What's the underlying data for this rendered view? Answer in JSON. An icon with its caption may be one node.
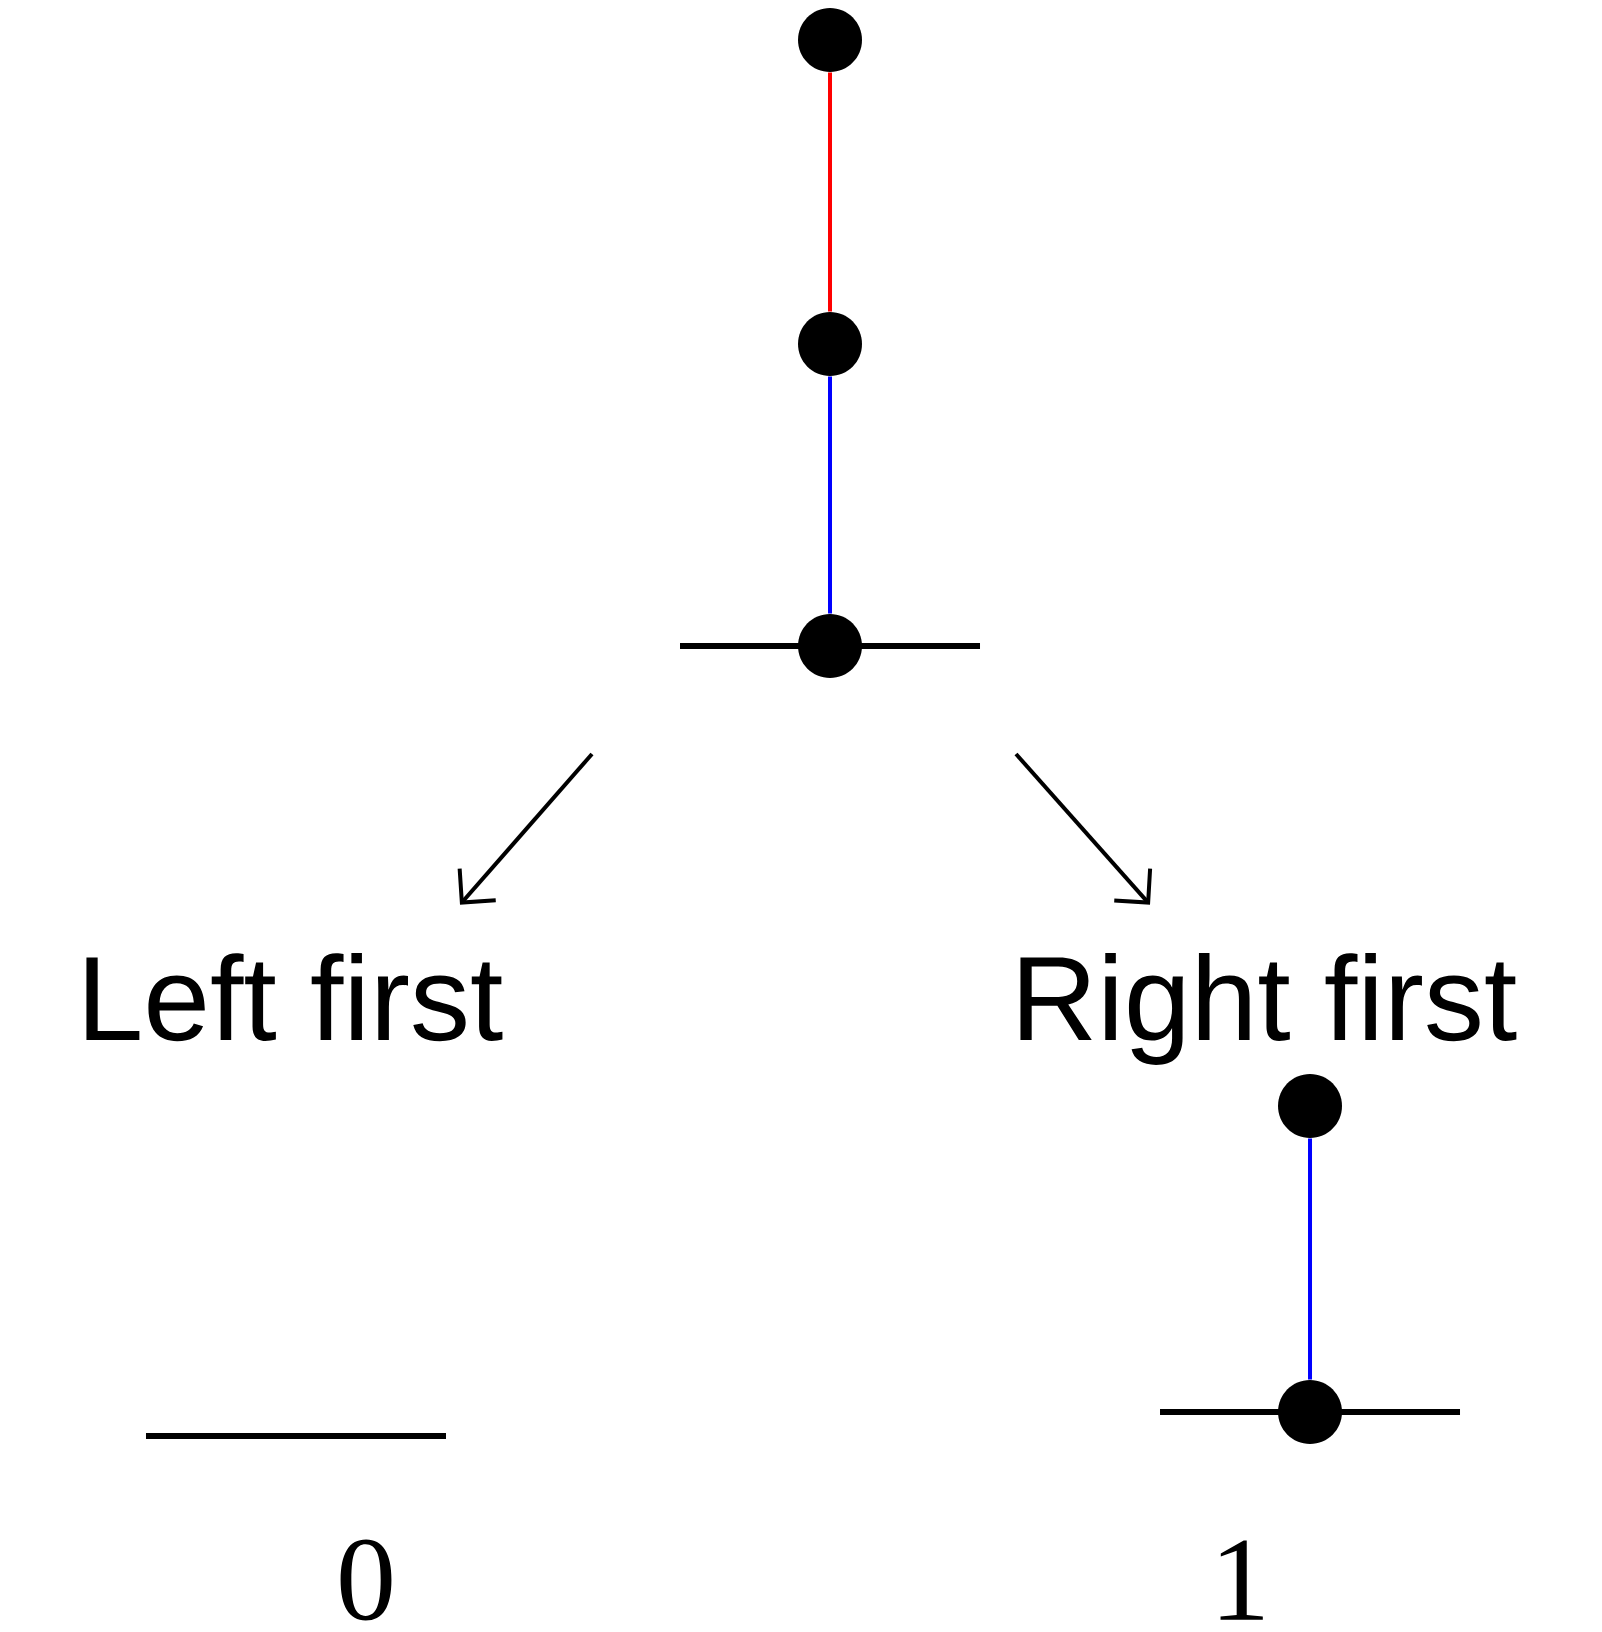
{
  "diagram": {
    "nodes": [
      {
        "text": [],
        "shape": "circle"
      },
      {
        "text": [],
        "shape": "circle"
      },
      {
        "text": [],
        "shape": "circle"
      },
      {
        "text": [
          "Left first"
        ]
      },
      {
        "text": [
          "Right first"
        ]
      },
      {
        "text": [],
        "shape": "circle"
      },
      {
        "text": [],
        "shape": "circle"
      }
    ],
    "edges": [
      {
        "from": 0,
        "to": 1,
        "arrow": "none",
        "color": "#ff0000"
      },
      {
        "from": 1,
        "to": 2,
        "arrow": "none",
        "color": "#0000ff"
      },
      {
        "from": null,
        "to": 3,
        "arrow": "to",
        "color": "#000000"
      },
      {
        "from": null,
        "to": 4,
        "arrow": "to",
        "color": "#000000"
      },
      {
        "from": 5,
        "to": 6,
        "arrow": "none",
        "color": "#0000ff"
      }
    ],
    "labels": [
      "0",
      "1"
    ]
  }
}
